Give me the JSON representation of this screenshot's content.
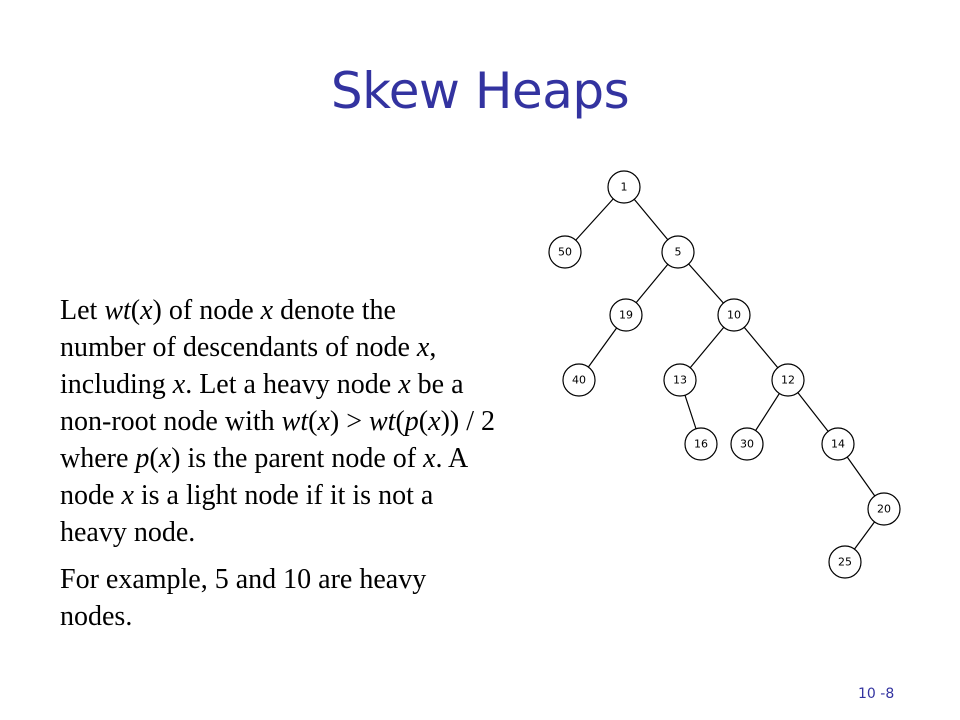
{
  "slide": {
    "title": "Skew Heaps",
    "page_number": "10 -8"
  },
  "paragraphs": [
    [
      [
        "Let ",
        {
          "i": "wt"
        },
        "(",
        {
          "i": "x"
        },
        ") of node ",
        {
          "i": "x"
        },
        " denote the"
      ],
      [
        "number of descendants of node ",
        {
          "i": "x"
        },
        ","
      ],
      [
        "including ",
        {
          "i": "x"
        },
        ". Let a heavy node ",
        {
          "i": "x"
        },
        " be a"
      ],
      [
        "non-root node with ",
        {
          "i": "wt"
        },
        "(",
        {
          "i": "x"
        },
        ") > ",
        {
          "i": "wt"
        },
        "(",
        {
          "i": "p"
        },
        "(",
        {
          "i": "x"
        },
        ")) / 2"
      ],
      [
        "where ",
        {
          "i": "p"
        },
        "(",
        {
          "i": "x"
        },
        ") is the parent node of ",
        {
          "i": "x"
        },
        ". A"
      ],
      [
        "node ",
        {
          "i": "x"
        },
        " is a light node if it is not a"
      ],
      [
        "heavy node."
      ]
    ],
    [
      [
        "For example, 5 and 10 are heavy"
      ],
      [
        "nodes."
      ]
    ]
  ],
  "tree": {
    "nodes": [
      {
        "id": "n1",
        "label": "1"
      },
      {
        "id": "n50",
        "label": "50"
      },
      {
        "id": "n5",
        "label": "5"
      },
      {
        "id": "n19",
        "label": "19"
      },
      {
        "id": "n10",
        "label": "10"
      },
      {
        "id": "n40",
        "label": "40"
      },
      {
        "id": "n13",
        "label": "13"
      },
      {
        "id": "n12",
        "label": "12"
      },
      {
        "id": "n16",
        "label": "16"
      },
      {
        "id": "n30",
        "label": "30"
      },
      {
        "id": "n14",
        "label": "14"
      },
      {
        "id": "n20",
        "label": "20"
      },
      {
        "id": "n25",
        "label": "25"
      }
    ],
    "edges": [
      [
        "n1",
        "n50"
      ],
      [
        "n1",
        "n5"
      ],
      [
        "n5",
        "n19"
      ],
      [
        "n5",
        "n10"
      ],
      [
        "n19",
        "n40"
      ],
      [
        "n10",
        "n13"
      ],
      [
        "n10",
        "n12"
      ],
      [
        "n13",
        "n16"
      ],
      [
        "n12",
        "n30"
      ],
      [
        "n12",
        "n14"
      ],
      [
        "n14",
        "n20"
      ],
      [
        "n20",
        "n25"
      ]
    ]
  }
}
